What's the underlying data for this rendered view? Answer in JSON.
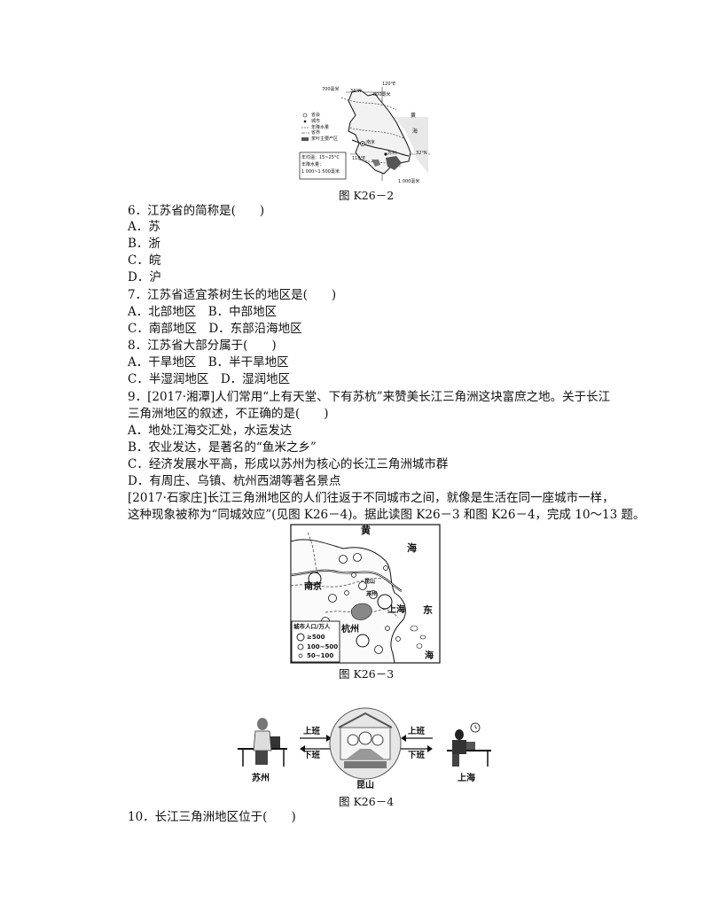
{
  "figure1": {
    "caption": "图 K26－2",
    "labels": {
      "coord_top_right": "120°E",
      "coord_top_mid": "34°N",
      "coord_right": "32°N",
      "coord_left": "118°E",
      "sea_top": "黄",
      "sea_mid": "海",
      "rain_top_left": "700毫米",
      "rain_top": "800毫米",
      "rain_bottom": "1 000毫米",
      "legend_1": "省会",
      "legend_2": "城市",
      "legend_3": "年降水量",
      "legend_4": "省界",
      "legend_5": "茶叶主要产区",
      "city_nanjing": "南京",
      "city_suzhou": "苏州",
      "box_1": "年均温：15~25°C",
      "box_2": "年降水量：",
      "box_3": "1 000~1 500毫米"
    }
  },
  "questions_a": [
    {
      "stem": "6．江苏省的简称是(　　)",
      "options": [
        "A．苏",
        "B．浙",
        "C．皖",
        "D．沪"
      ]
    },
    {
      "stem": "7．江苏省适宜茶树生长的地区是(　　)",
      "options": [
        "A．北部地区　B．中部地区",
        "C．南部地区　D．东部沿海地区"
      ]
    },
    {
      "stem": "8．江苏省大部分属于(　　)",
      "options": [
        "A．干旱地区　B．半干旱地区",
        "C．半湿润地区　D．湿润地区"
      ]
    }
  ],
  "q9": {
    "line1": "9．[2017·湘潭]人们常用“上有天堂、下有苏杭”来赞美长江三角洲这块富庶之地。关于长江",
    "line2": "三角洲地区的叙述，不正确的是(　　)",
    "options": [
      "A．地处江海交汇处，水运发达",
      "B．农业发达，是著名的“鱼米之乡”",
      "C．经济发展水平高，形成以苏州为核心的长江三角洲城市群",
      "D．有周庄、乌镇、杭州西湖等著名景点"
    ]
  },
  "passage": {
    "line1": "[2017·石家庄]长江三角洲地区的人们往返于不同城市之间，就像是生活在同一座城市一样，",
    "line2": "这种现象被称为“同城效应”(见图 K26－4)。据此读图 K26－3 和图 K26－4，完成 10～13 题。"
  },
  "figure2": {
    "caption": "图 K26－3",
    "sea_huang": "黄",
    "sea_hai": "海",
    "east": "东",
    "east_sea": "海",
    "nanjing": "南京",
    "shanghai": "上海",
    "hangzhou": "杭州",
    "kunshan_small": "昆山",
    "suzhou_small": "苏州",
    "legend_title": "城市人口/万人",
    "legend_items": [
      "≥500",
      "100~500",
      "50~100"
    ]
  },
  "figure3": {
    "caption": "图 K26－4",
    "left_city": "苏州",
    "center_city": "昆山",
    "right_city": "上海",
    "to_work_left": "上班",
    "off_work_left": "下班",
    "to_work_right": "上班",
    "off_work_right": "下班"
  },
  "q10": {
    "stem": "10．长江三角洲地区位于(　　)"
  }
}
